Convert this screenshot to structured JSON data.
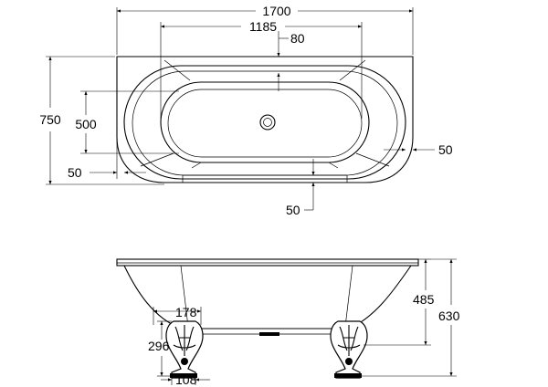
{
  "drawing": {
    "top_view": {
      "overall_length": "1700",
      "inner_length": "1185",
      "rim_top": "80",
      "overall_width": "750",
      "inner_width": "500",
      "left_rim": "50",
      "right_rim": "50",
      "bottom_rim": "50"
    },
    "side_view": {
      "foot_spacing": "178",
      "foot_height": "296",
      "foot_width": "108",
      "depth": "485",
      "overall_height": "630"
    }
  }
}
